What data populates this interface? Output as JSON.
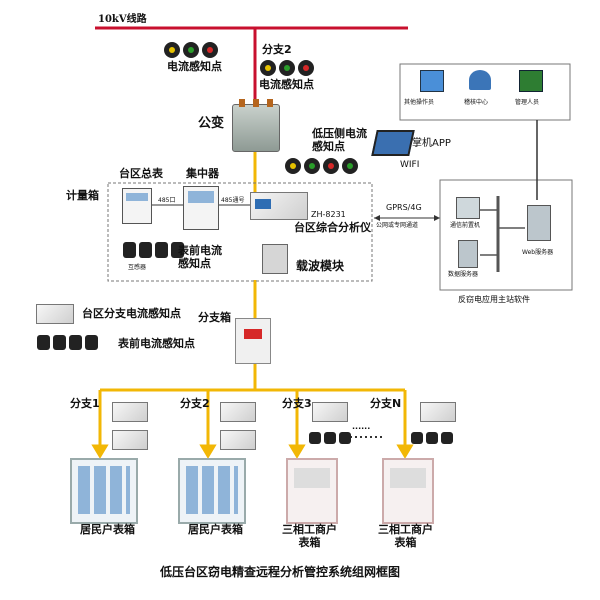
{
  "diagram": {
    "line_label": "10kV线路",
    "branch_2_top": "分支2",
    "sensor_top_left": "电流感知点",
    "sensor_top_right": "电流感知点",
    "transformer": "公变",
    "low_voltage_sensor": "低压侧电流\n感知点",
    "metering_box": "计量箱",
    "main_meter": "台区总表",
    "concentrator": "集中器",
    "port_485": "485口",
    "port_485_channel": "485通号",
    "analyzer_model": "ZH-8231",
    "analyzer_name": "台区综合分析仪",
    "meter_front_sensor": "表前电流\n感知点",
    "transformer_small": "互感器",
    "carrier_module": "载波模块",
    "link_label": "GPRS/4G",
    "network_label": "公网或专网通道",
    "wifi": "WIFI",
    "app": "掌机APP",
    "user_other": "其他操作员",
    "user_center": "稽核中心",
    "user_admin": "管理人员",
    "comm_server": "通信前置机",
    "db_server": "数据服务器",
    "web_server": "Web服务器",
    "master_software": "反窃电应用主站软件",
    "branch_sensor": "台区分支电流感知点",
    "meter_front_sensor_2": "表前电流感知点",
    "branch_box": "分支箱",
    "branches": [
      {
        "label": "分支1",
        "box": "居民户表箱"
      },
      {
        "label": "分支2",
        "box": "居民户表箱"
      },
      {
        "label": "分支3",
        "box": "三相工商户\n表箱"
      },
      {
        "label": "分支N",
        "box": "三相工商户\n表箱"
      }
    ],
    "dots": "······",
    "caption": "低压台区窃电精查远程分析管控系统组网框图"
  }
}
